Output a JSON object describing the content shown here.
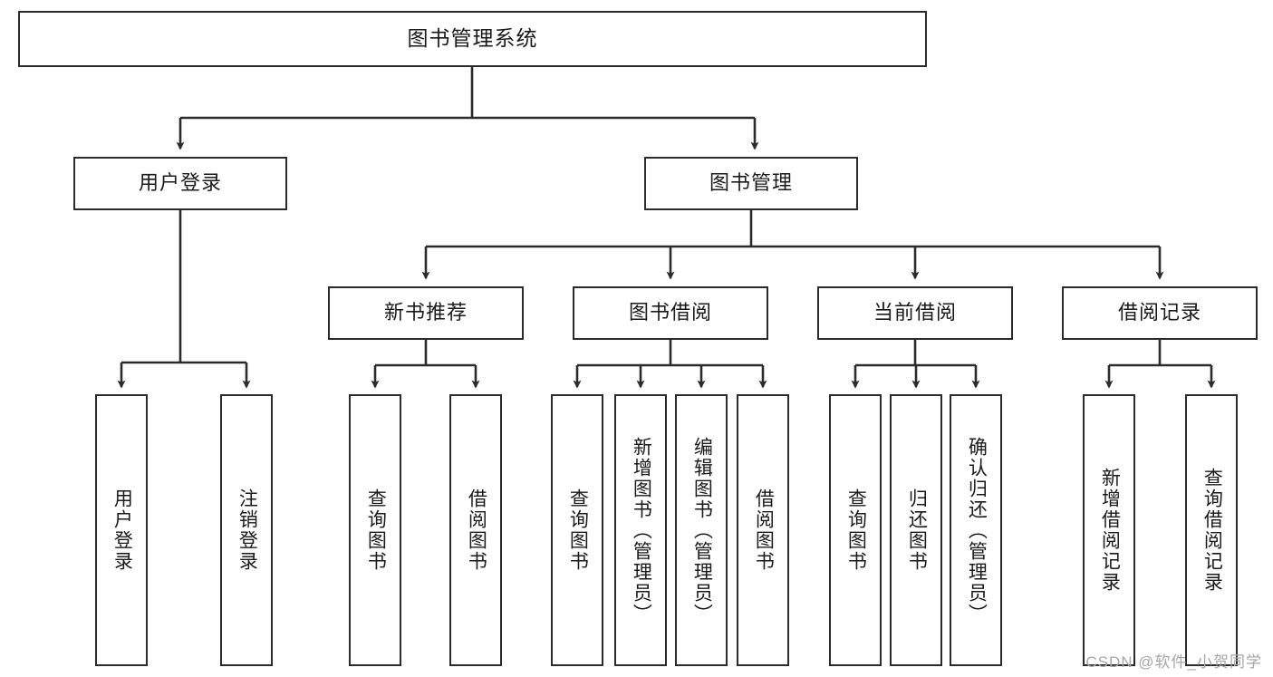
{
  "diagram": {
    "title": "图书管理系统",
    "watermark": "CSDN @软件_小贺同学",
    "colors": {
      "stroke": "#2b2b2b",
      "fill": "#ffffff",
      "text": "#1a1a1a",
      "watermark": "#a6a6a6"
    },
    "root": {
      "label": "图书管理系统"
    },
    "level2": [
      {
        "label": "用户登录"
      },
      {
        "label": "图书管理"
      }
    ],
    "level3": [
      {
        "label": "新书推荐"
      },
      {
        "label": "图书借阅"
      },
      {
        "label": "当前借阅"
      },
      {
        "label": "借阅记录"
      }
    ],
    "leaves_user_login": [
      {
        "label": "用户登录"
      },
      {
        "label": "注销登录"
      }
    ],
    "leaves_new_book": [
      {
        "label": "查询图书"
      },
      {
        "label": "借阅图书"
      }
    ],
    "leaves_borrow": [
      {
        "label": "查询图书"
      },
      {
        "label": "新增图书（管理员）"
      },
      {
        "label": "编辑图书（管理员）"
      },
      {
        "label": "借阅图书"
      }
    ],
    "leaves_current": [
      {
        "label": "查询图书"
      },
      {
        "label": "归还图书"
      },
      {
        "label": "确认归还（管理员）"
      }
    ],
    "leaves_records": [
      {
        "label": "新增借阅记录"
      },
      {
        "label": "查询借阅记录"
      }
    ]
  }
}
